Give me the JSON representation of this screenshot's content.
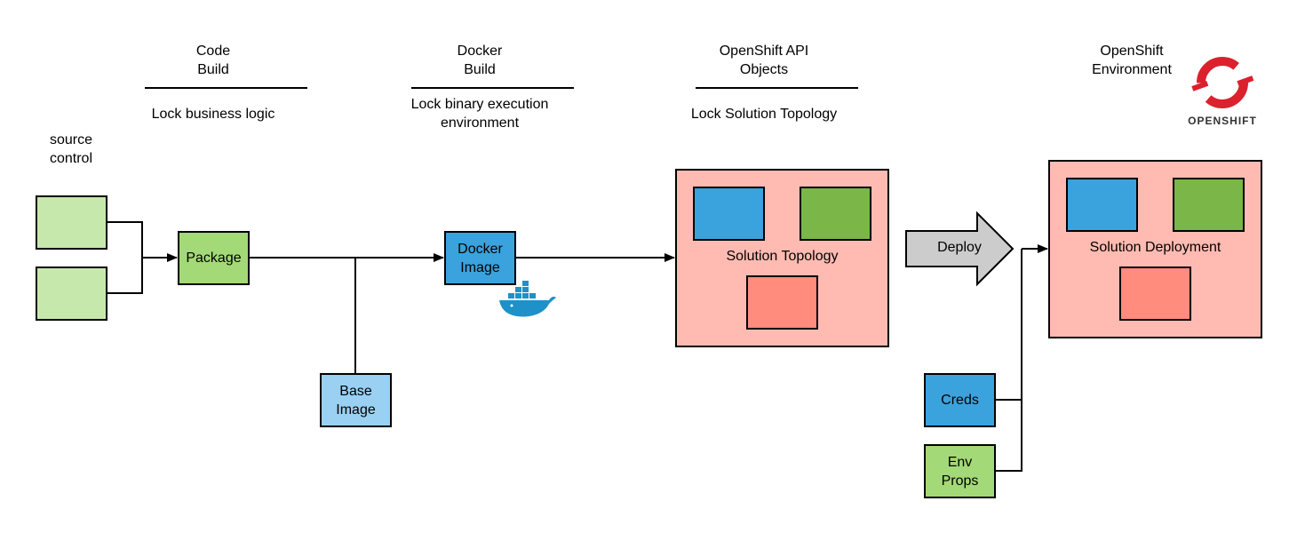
{
  "stages": [
    {
      "title": "Code\nBuild",
      "subtitle": "Lock business logic"
    },
    {
      "title": "Docker\nBuild",
      "subtitle": "Lock binary execution\nenvironment"
    },
    {
      "title": "OpenShift API\nObjects",
      "subtitle": "Lock Solution Topology"
    },
    {
      "title": "OpenShift\nEnvironment"
    }
  ],
  "source_control_label": "source\ncontrol",
  "nodes": {
    "package": "Package",
    "base_image": "Base\nImage",
    "docker_image": "Docker\nImage",
    "solution_topology": "Solution Topology",
    "deploy": "Deploy",
    "solution_deployment": "Solution Deployment",
    "creds": "Creds",
    "env_props": "Env\nProps"
  },
  "logos": {
    "openshift": "OPENSHIFT",
    "openshift_icon": "openshift-logo",
    "docker_icon": "docker-whale"
  },
  "colors": {
    "source": "#c7e8ad",
    "package": "#a3d977",
    "docker": "#3aa2dd",
    "base": "#9ad0f2",
    "container": "#ffbbb1",
    "green": "#7ab648",
    "red": "#ff8c7c",
    "deploy_arrow": "#cccccc",
    "openshift_red": "#db212e"
  }
}
